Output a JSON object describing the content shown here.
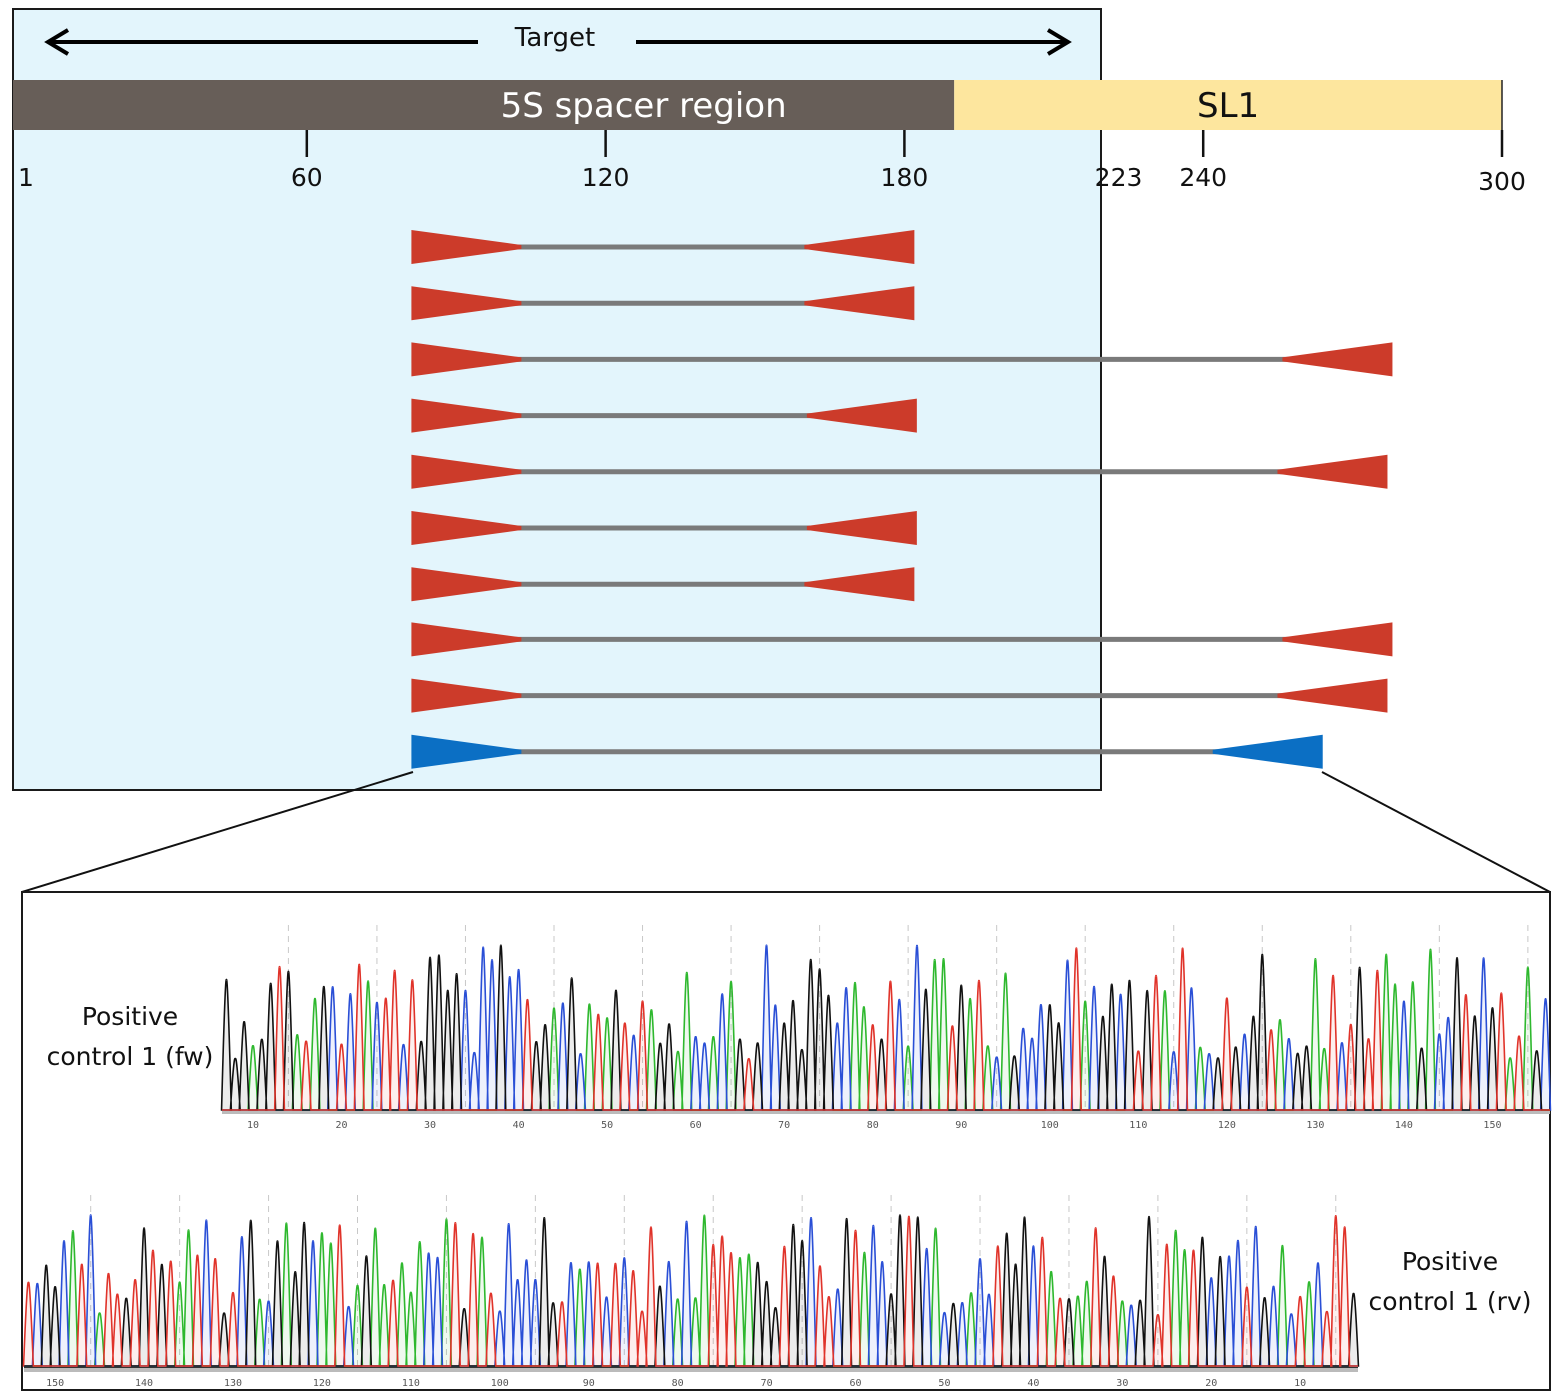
{
  "target": {
    "label": "Target"
  },
  "regions": [
    {
      "label": "5S spacer region",
      "start": 1,
      "end": 190,
      "color": "#675e58",
      "text_color": "#ffffff"
    },
    {
      "label": "SL1",
      "start": 190,
      "end": 300,
      "color": "#fde69e",
      "text_color": "#111111"
    }
  ],
  "scale": {
    "ticks": [
      {
        "label": "1",
        "pos": 1
      },
      {
        "label": "60",
        "pos": 60
      },
      {
        "label": "120",
        "pos": 120
      },
      {
        "label": "180",
        "pos": 180
      },
      {
        "label": "223",
        "pos": 223
      },
      {
        "label": "240",
        "pos": 240
      },
      {
        "label": "300",
        "pos": 300
      }
    ]
  },
  "target_region": {
    "start": 1,
    "end": 223,
    "fill": "#e3f5fc"
  },
  "amplicons": [
    {
      "start": 81,
      "end": 182,
      "color": "red"
    },
    {
      "start": 81,
      "end": 182,
      "color": "red"
    },
    {
      "start": 81,
      "end": 278,
      "color": "red"
    },
    {
      "start": 81,
      "end": 182.5,
      "color": "red"
    },
    {
      "start": 81,
      "end": 277,
      "color": "red"
    },
    {
      "start": 81,
      "end": 182.5,
      "color": "red"
    },
    {
      "start": 81,
      "end": 182,
      "color": "red"
    },
    {
      "start": 81,
      "end": 278,
      "color": "red"
    },
    {
      "start": 81,
      "end": 277,
      "color": "red"
    },
    {
      "start": 81,
      "end": 264,
      "color": "blue"
    }
  ],
  "colors": {
    "primer_red": "#cc3b2a",
    "primer_blue": "#0b6fc4",
    "amplicon_line": "#7a7a7a",
    "trace_A": "#2eb82e",
    "trace_C": "#2a4fd6",
    "trace_G": "#111111",
    "trace_T": "#e0332a"
  },
  "traces": [
    {
      "label_lines": [
        "Positive",
        "control 1 (fw)"
      ],
      "ruler": [
        "10",
        "20",
        "30",
        "40",
        "50",
        "60",
        "70",
        "80",
        "90",
        "100",
        "110",
        "120",
        "130",
        "140",
        "150"
      ]
    },
    {
      "label_lines": [
        "Positive",
        "control 1 (rv)"
      ],
      "ruler": [
        "150",
        "140",
        "130",
        "120",
        "110",
        "100",
        "90",
        "80",
        "70",
        "60",
        "50",
        "40",
        "30",
        "20",
        "10"
      ]
    }
  ]
}
